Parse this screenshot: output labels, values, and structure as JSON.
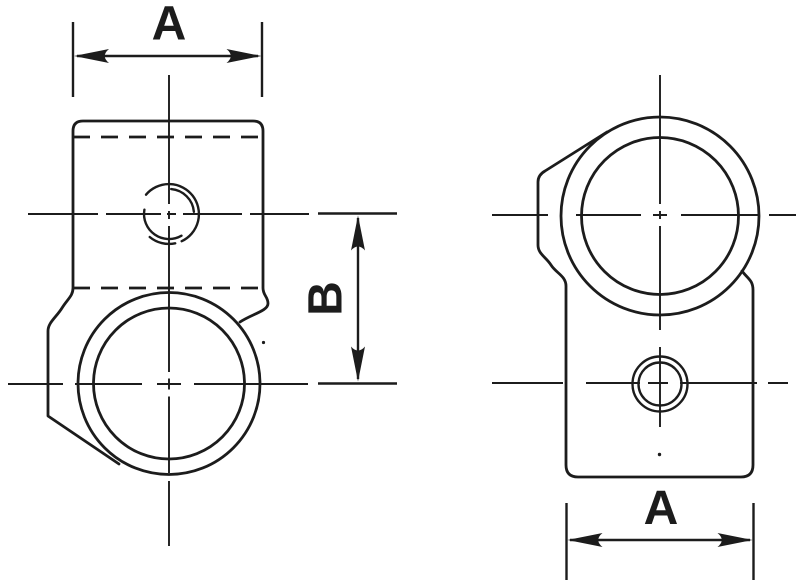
{
  "drawing": {
    "background_color": "#ffffff",
    "line_color": "#1c1c1c"
  },
  "dimensions": {
    "front_width": {
      "label": "A"
    },
    "front_height": {
      "label": "B"
    },
    "side_width": {
      "label": "A"
    }
  }
}
